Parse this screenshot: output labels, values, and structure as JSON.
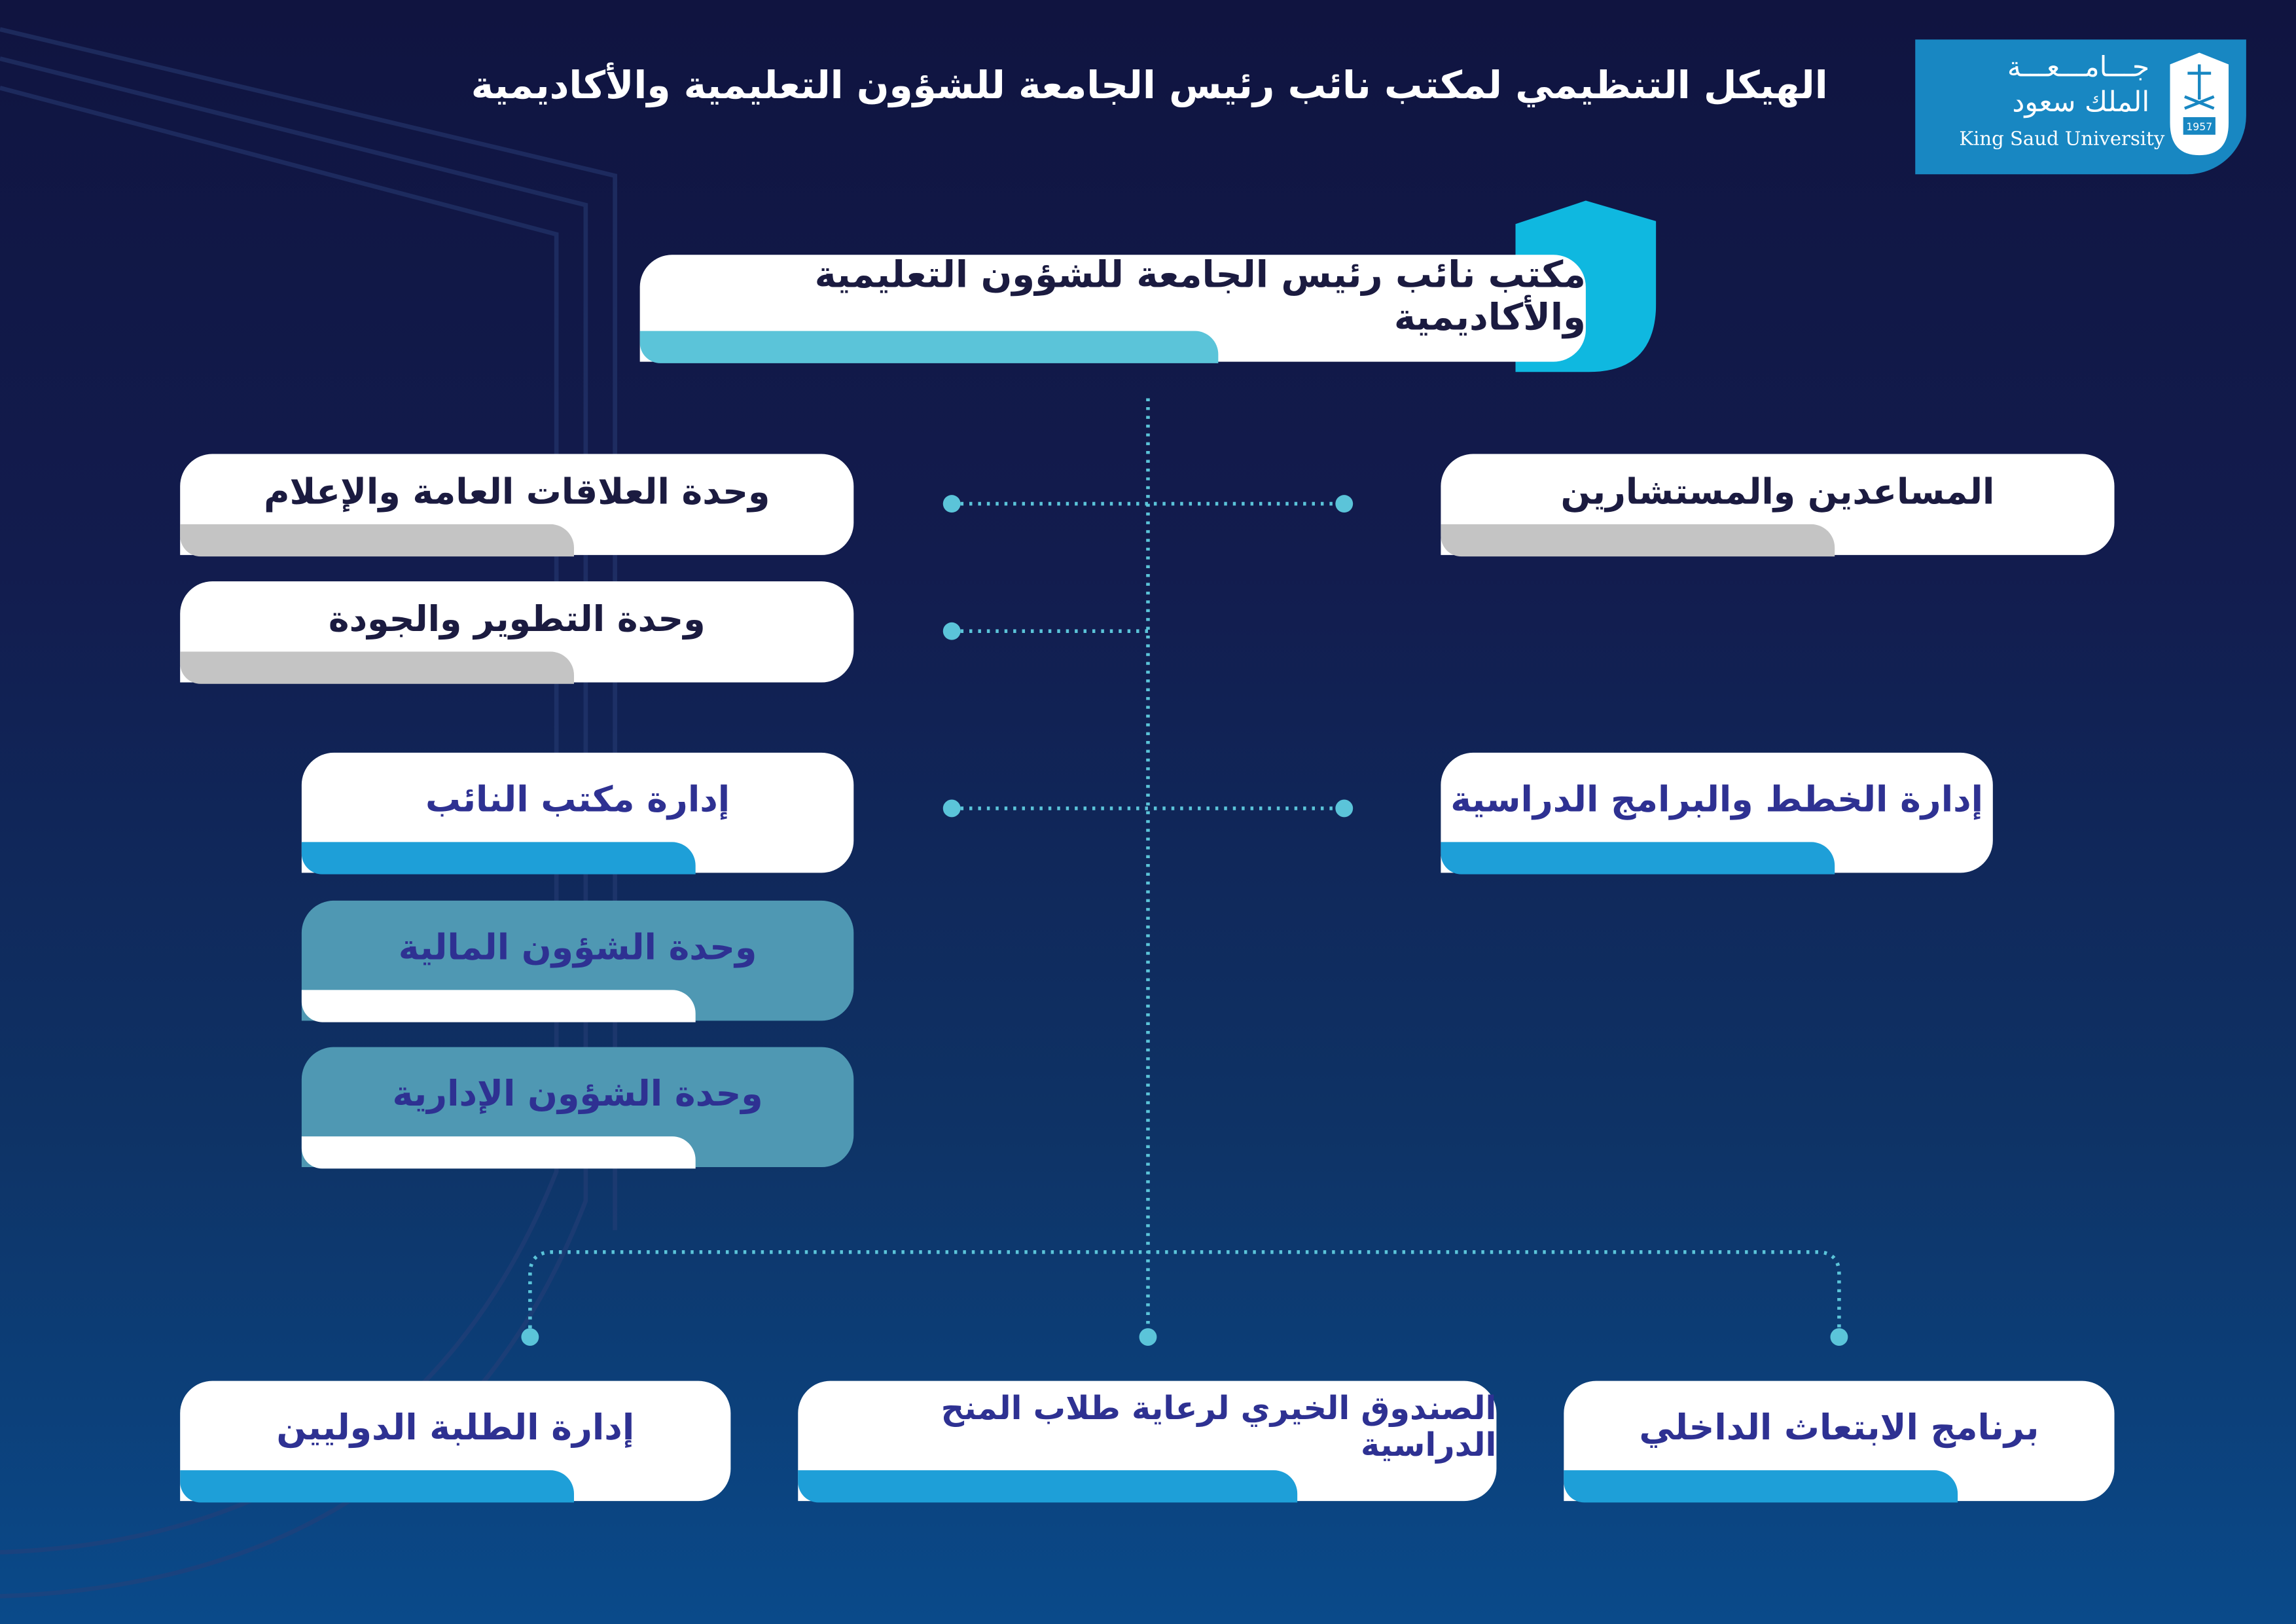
{
  "header": {
    "title": "الهيكل التنظيمي لمكتب نائب رئيس الجامعة للشؤون التعليمية والأكاديمية"
  },
  "logo": {
    "ar_line1": "جـــامـــعـــة",
    "ar_line2": "الملك سعود",
    "en": "King Saud University",
    "year": "1957"
  },
  "colors": {
    "accent_cyan": "#5bc4d9",
    "accent_blue": "#1e9fd8",
    "gray": "#c4c4c4",
    "teal": "#4f98b3",
    "text_purple": "#2e3192"
  },
  "top": {
    "label": "مكتب نائب رئيس الجامعة للشؤون التعليمية والأكاديمية"
  },
  "units": {
    "public_relations": "وحدة العلاقات العامة والإعلام",
    "development_quality": "وحدة التطوير والجودة",
    "assistants": "المساعدين والمستشارين"
  },
  "departments": {
    "deputy_office": "إدارة مكتب النائب",
    "financial": "وحدة الشؤون المالية",
    "administrative": "وحدة الشؤون الإدارية",
    "plans_programs": "إدارة الخطط والبرامج الدراسية"
  },
  "bottom": {
    "international_students": "إدارة الطلبة الدوليين",
    "charity_fund": "الصندوق الخيري لرعاية طلاب المنح الدراسية",
    "internal_scholarship": "برنامج الابتعاث الداخلي"
  }
}
